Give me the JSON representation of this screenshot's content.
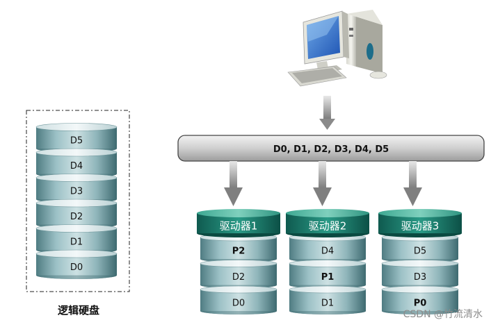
{
  "logical_disk": {
    "title": "逻辑硬盘",
    "stripes": [
      "D5",
      "D4",
      "D3",
      "D2",
      "D1",
      "D0"
    ]
  },
  "bus": {
    "label": "D0, D1, D2, D3, D4, D5"
  },
  "drives": [
    {
      "name": "驱动器1",
      "blocks": [
        {
          "text": "P2",
          "parity": true
        },
        {
          "text": "D2",
          "parity": false
        },
        {
          "text": "D0",
          "parity": false
        }
      ]
    },
    {
      "name": "驱动器2",
      "blocks": [
        {
          "text": "D4",
          "parity": false
        },
        {
          "text": "P1",
          "parity": true
        },
        {
          "text": "D1",
          "parity": false
        }
      ]
    },
    {
      "name": "驱动器3",
      "blocks": [
        {
          "text": "D5",
          "parity": false
        },
        {
          "text": "D3",
          "parity": false
        },
        {
          "text": "P0",
          "parity": true
        }
      ]
    }
  ],
  "computer_icon": "desktop-computer-icon",
  "watermark": "CSDN @竹流清水",
  "colors": {
    "disk_body": "#7fa8ad",
    "drive_cap": "#1e7a6c",
    "bus": "#c9c9c9",
    "arrow": "#8a8a8a"
  }
}
